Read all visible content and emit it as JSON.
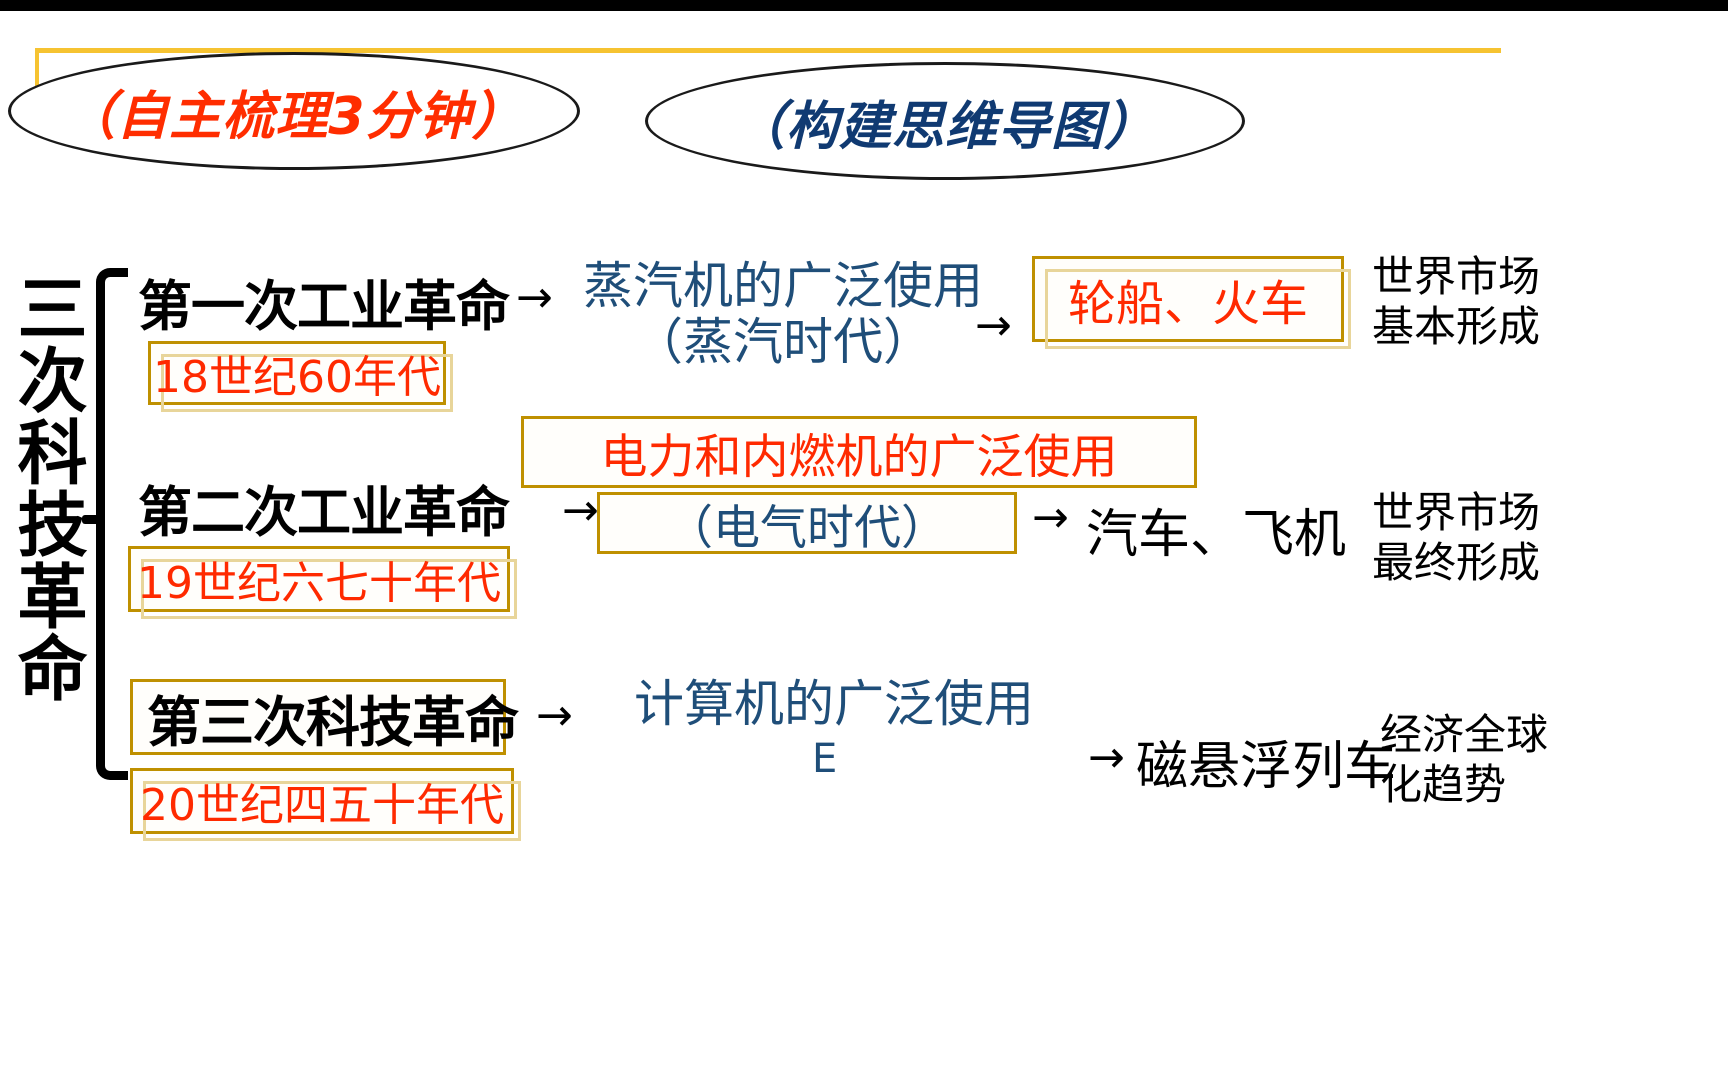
{
  "slide": {
    "background_color": "#ffffff",
    "accent_gold": "#bf9000",
    "accent_gold_light": "#f6c331",
    "red": "#ff2a00",
    "blue": "#1f4e79",
    "dark_blue": "#103a72"
  },
  "headers": {
    "left_oval": "（自主梳理3分钟）",
    "right_oval": "（构建思维导图）"
  },
  "vertical_title": "三次科技革命",
  "rows": [
    {
      "title": "第一次工业革命",
      "era": "18世纪60年代",
      "arrow1": "→",
      "technology_line1": "蒸汽机的广泛使用",
      "technology_line2": "（蒸汽时代）",
      "arrow2": "→",
      "product": "轮船、火车",
      "outcome_line1": "世界市场",
      "outcome_line2": "基本形成"
    },
    {
      "title": "第二次工业革命",
      "era": "19世纪六七十年代",
      "arrow1": "→",
      "technology_line1": "电力和内燃机的广泛使用",
      "technology_line2": "（电气时代）",
      "arrow2": "→",
      "product": "汽车、飞机",
      "outcome_line1": "世界市场",
      "outcome_line2": "最终形成"
    },
    {
      "title": "第三次科技革命",
      "era": "20世纪四五十年代",
      "arrow1": "→",
      "technology_line1": "计算机的广泛使用",
      "technology_line2": "E",
      "arrow2": "→",
      "product": "磁悬浮列车",
      "outcome_line1": "经济全球",
      "outcome_line2": "化趋势"
    }
  ]
}
